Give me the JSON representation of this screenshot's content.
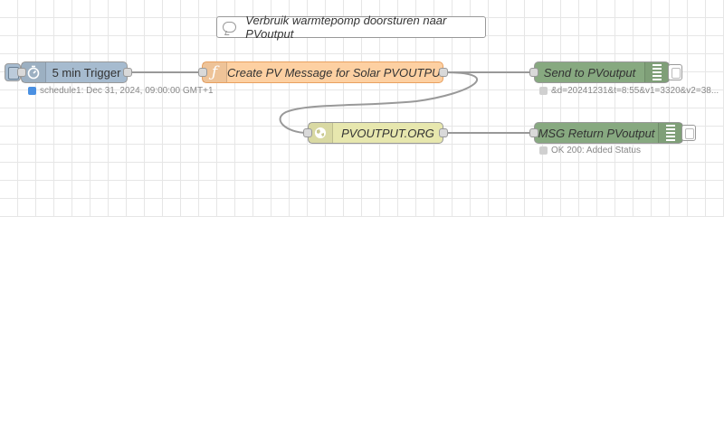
{
  "comment": {
    "text": "Verbruik warmtepomp doorsturen naar PVoutput",
    "icon": "comment-icon"
  },
  "nodes": {
    "trigger": {
      "label": "5 min Trigger",
      "icon": "timer-icon",
      "color": "#a6bbcf",
      "status": "schedule1: Dec 31, 2024, 09:00:00 GMT+1",
      "status_color": "#4a90e2"
    },
    "function": {
      "label": "Create PV Message for Solar PVOUTPUT",
      "icon": "function-icon",
      "color": "#fdd0a2"
    },
    "send": {
      "label": "Send to PVoutput",
      "icon": "debug-list-icon",
      "color": "#87a980",
      "status": "&d=20241231&t=8:55&v1=3320&v2=38...",
      "status_color": "#d0d0d0"
    },
    "http": {
      "label": "PVOUTPUT.ORG",
      "icon": "globe-icon",
      "color": "#e7e7ae"
    },
    "msg_return": {
      "label": "MSG Return PVoutput",
      "icon": "debug-list-icon",
      "color": "#87a980",
      "status": "OK 200: Added Status",
      "status_color": "#d0d0d0"
    }
  },
  "wire_color": "#999999"
}
